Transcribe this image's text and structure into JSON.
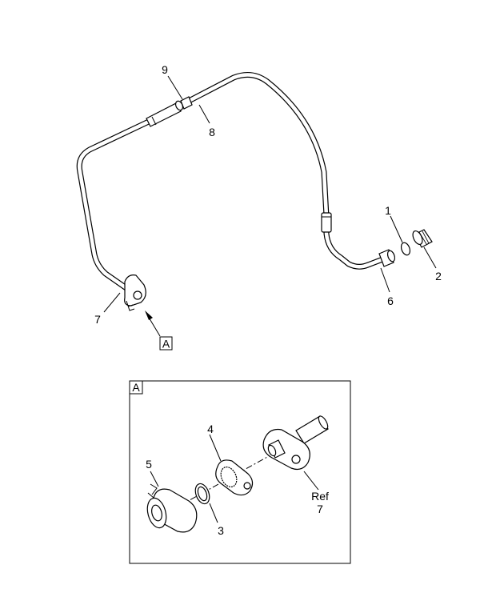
{
  "callouts": {
    "c1": "1",
    "c2": "2",
    "c6": "6",
    "c7": "7",
    "c8": "8",
    "c9": "9"
  },
  "view_marker": "A",
  "detail": {
    "label": "A",
    "c3": "3",
    "c4": "4",
    "c5": "5",
    "ref_word": "Ref",
    "ref_num": "7"
  }
}
